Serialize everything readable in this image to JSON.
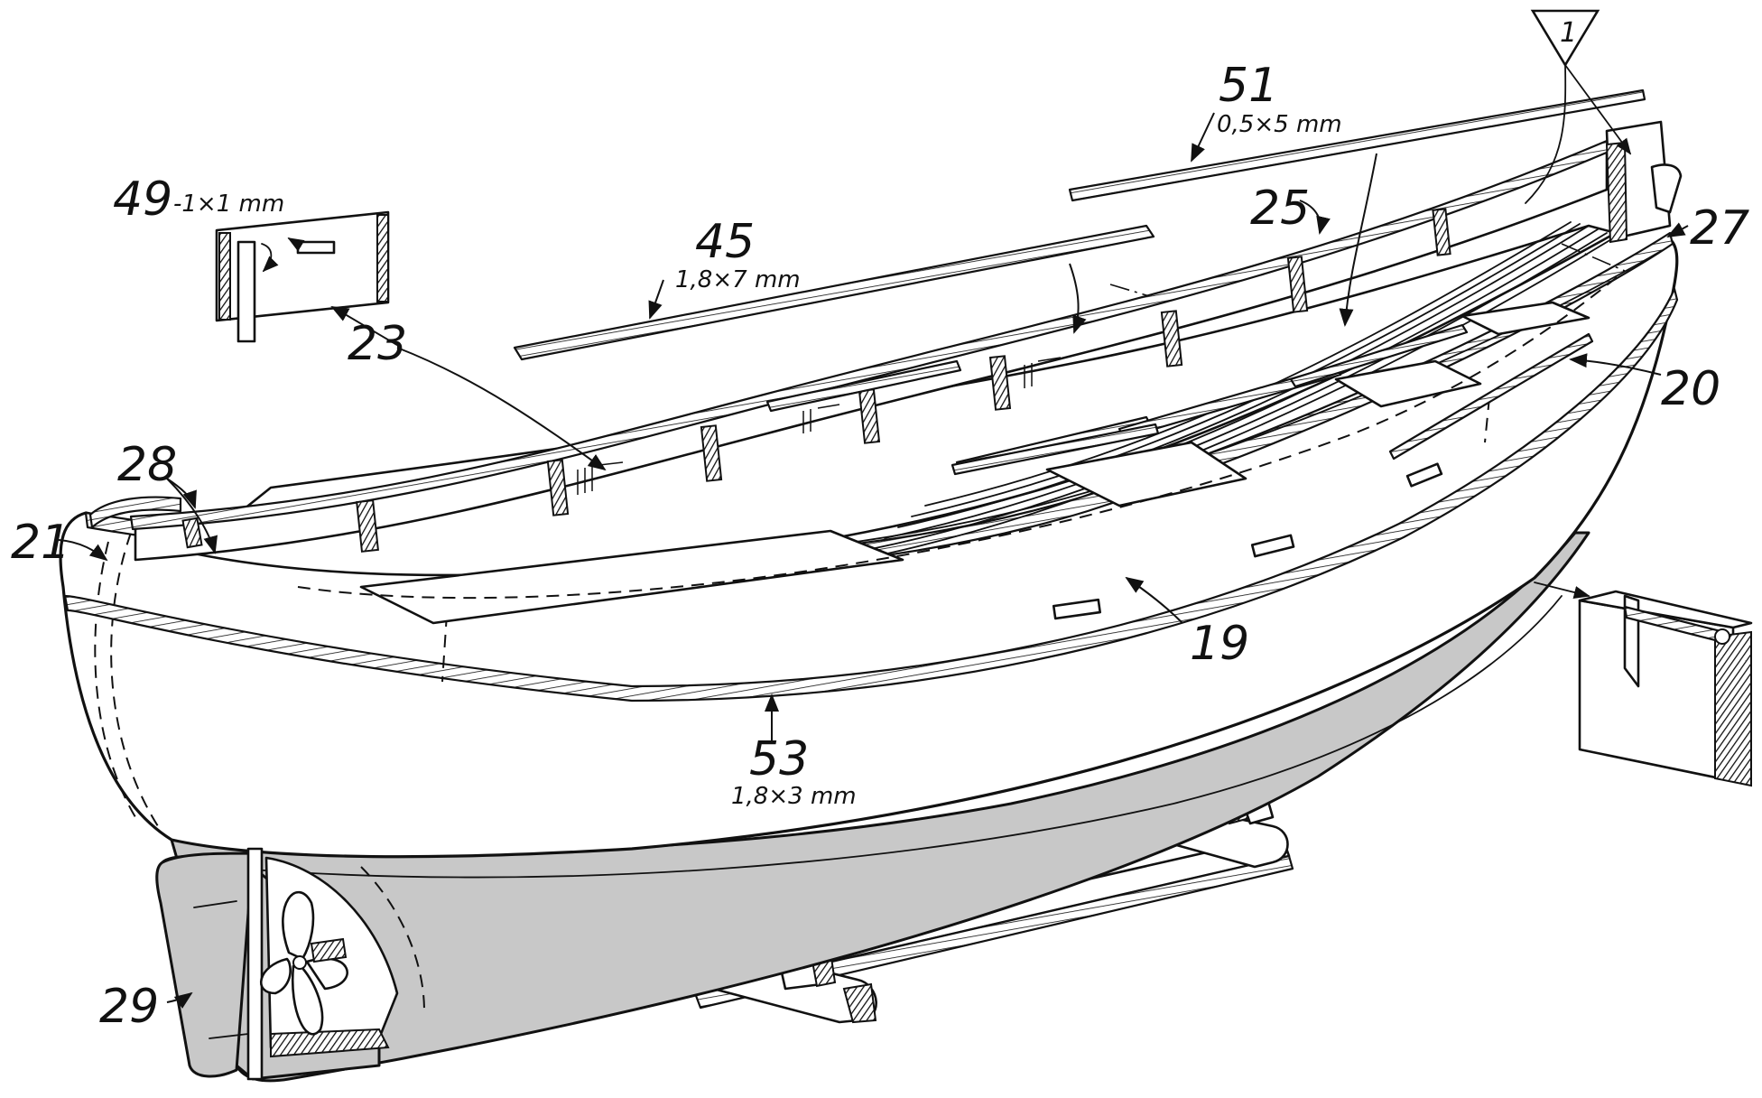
{
  "labels": {
    "l1": "1",
    "l19": "19",
    "l20": "20",
    "l21": "21",
    "l23": "23",
    "l25": "25",
    "l27": "27",
    "l28": "28",
    "l29": "29",
    "l45": "45",
    "l45_dim": "1,8×7 mm",
    "l49": "49",
    "l49_dim": "-1×1 mm",
    "l51": "51",
    "l51_dim": "0,5×5 mm",
    "l53": "53",
    "l53_dim": "1,8×3 mm"
  },
  "colors": {
    "ink": "#111111",
    "underwater_hull": "#c8c8c8",
    "paper": "#ffffff"
  }
}
